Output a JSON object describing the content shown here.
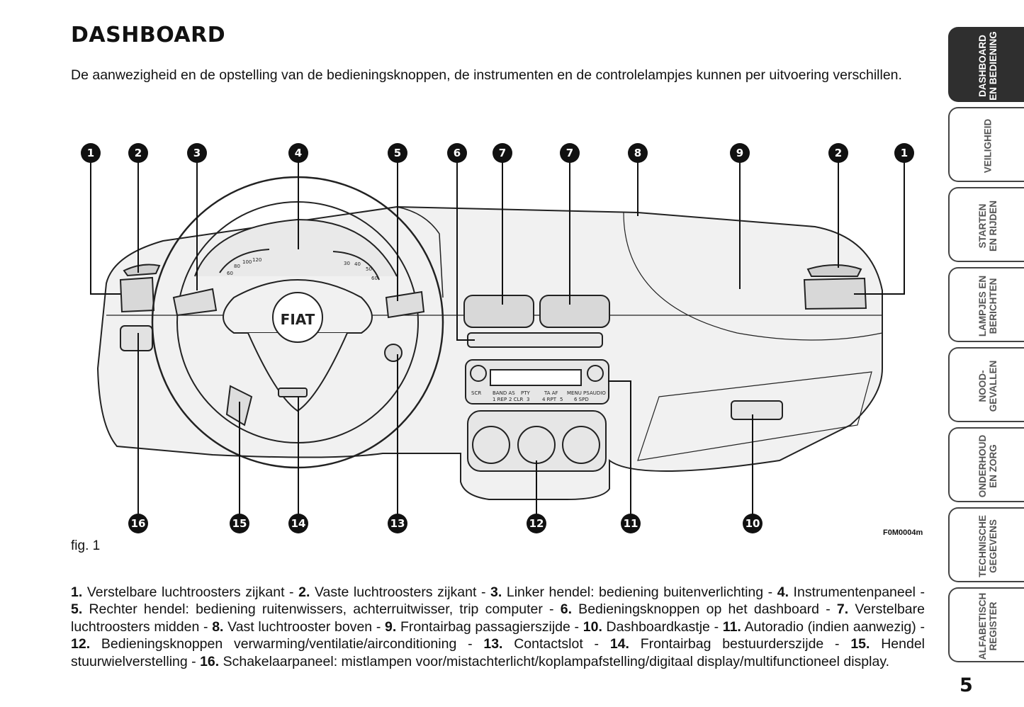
{
  "page": {
    "title": "DASHBOARD",
    "intro": "De aanwezigheid en de opstelling van de bedieningsknoppen, de instrumenten en de controlelampjes kunnen per uitvoering verschillen.",
    "figure_label": "fig. 1",
    "figure_code": "F0M0004m",
    "page_number": "5"
  },
  "figure": {
    "callouts_top": [
      "1",
      "2",
      "3",
      "4",
      "5",
      "6",
      "7",
      "7",
      "8",
      "9",
      "2",
      "1"
    ],
    "callouts_bottom": [
      "16",
      "15",
      "14",
      "13",
      "12",
      "11",
      "10"
    ],
    "steering_logo": "FIAT",
    "radio_buttons": [
      "SCR",
      "BAND AS",
      "PTY",
      "TA AF",
      "MENU PS",
      "AUDIO"
    ],
    "radio_presets": [
      "1 REP",
      "2 CLR",
      "3",
      "4 RPT",
      "5",
      "6 SPD"
    ],
    "speedo_ticks": [
      "60",
      "80",
      "100",
      "120",
      "40",
      "50",
      "60",
      "30"
    ]
  },
  "legend": [
    {
      "num": "1.",
      "text": " Verstelbare luchtroosters zijkant - "
    },
    {
      "num": "2.",
      "text": " Vaste luchtroosters zijkant - "
    },
    {
      "num": "3.",
      "text": " Linker hendel: bediening buitenverlichting - "
    },
    {
      "num": "4.",
      "text": " Instrumentenpaneel - "
    },
    {
      "num": "5.",
      "text": " Rechter hendel: bediening ruitenwissers, achterruitwisser, trip computer - "
    },
    {
      "num": "6.",
      "text": " Bedieningsknoppen op het dashboard - "
    },
    {
      "num": "7.",
      "text": " Verstelbare luchtroosters midden - "
    },
    {
      "num": "8.",
      "text": " Vast luchtrooster boven - "
    },
    {
      "num": "9.",
      "text": " Frontairbag passagierszijde - "
    },
    {
      "num": "10.",
      "text": " Dashboardkastje - "
    },
    {
      "num": "11.",
      "text": " Autoradio (indien aanwezig) - "
    },
    {
      "num": "12.",
      "text": " Bedieningsknoppen verwarming/ventilatie/airconditioning - "
    },
    {
      "num": "13.",
      "text": " Contactslot - "
    },
    {
      "num": "14.",
      "text": " Frontairbag bestuurderszijde - "
    },
    {
      "num": "15.",
      "text": " Hendel stuurwielverstelling - "
    },
    {
      "num": "16.",
      "text": " Schakelaarpaneel: mistlampen voor/mistachterlicht/koplampafstelling/digitaal display/multifunctioneel display."
    }
  ],
  "tabs": [
    {
      "label": "DASHBOARD\nEN BEDIENING",
      "active": true
    },
    {
      "label": "VEILIGHEID",
      "active": false
    },
    {
      "label": "STARTEN\nEN RIJDEN",
      "active": false
    },
    {
      "label": "LAMPJES EN\nBERICHTEN",
      "active": false
    },
    {
      "label": "NOOD-\nGEVALLEN",
      "active": false
    },
    {
      "label": "ONDERHOUD\nEN ZORG",
      "active": false
    },
    {
      "label": "TECHNISCHE\nGEGEVENS",
      "active": false
    },
    {
      "label": "ALFABETISCH\nREGISTER",
      "active": false
    }
  ]
}
